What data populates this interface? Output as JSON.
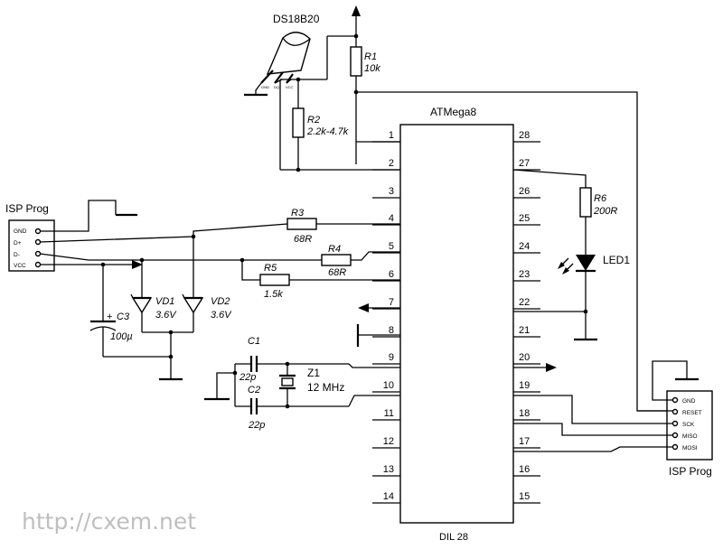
{
  "chip": {
    "name": "ATMega8",
    "package": "DIL 28"
  },
  "pins_left": [
    "1",
    "2",
    "3",
    "4",
    "5",
    "6",
    "7",
    "8",
    "9",
    "10",
    "11",
    "12",
    "13",
    "14"
  ],
  "pins_right": [
    "28",
    "27",
    "26",
    "25",
    "24",
    "23",
    "22",
    "21",
    "20",
    "19",
    "18",
    "17",
    "16",
    "15"
  ],
  "sensor": {
    "name": "DS18B20",
    "pins": [
      "GND",
      "DQ",
      "VCC"
    ]
  },
  "isp_left": {
    "title": "ISP Prog",
    "pins": [
      "GND",
      "D+",
      "D-",
      "VCC"
    ]
  },
  "isp_right": {
    "title": "ISP Prog",
    "pins": [
      "GND",
      "RESET",
      "SCK",
      "MISO",
      "MOSI"
    ]
  },
  "components": {
    "r1": {
      "ref": "R1",
      "value": "10k"
    },
    "r2": {
      "ref": "R2",
      "value": "2.2k-4.7k"
    },
    "r3": {
      "ref": "R3",
      "value": "68R"
    },
    "r4": {
      "ref": "R4",
      "value": "68R"
    },
    "r5": {
      "ref": "R5",
      "value": "1.5k"
    },
    "r6": {
      "ref": "R6",
      "value": "200R"
    },
    "vd1": {
      "ref": "VD1",
      "value": "3.6V"
    },
    "vd2": {
      "ref": "VD2",
      "value": "3.6V"
    },
    "c1": {
      "ref": "C1",
      "value": "22p"
    },
    "c2": {
      "ref": "C2",
      "value": "22p"
    },
    "c3": {
      "ref": "C3",
      "value": "100µ",
      "polarity": "+"
    },
    "z1": {
      "ref": "Z1",
      "value": "12 MHz"
    },
    "led1": {
      "ref": "LED1"
    }
  },
  "watermark": "http://cxem.net"
}
